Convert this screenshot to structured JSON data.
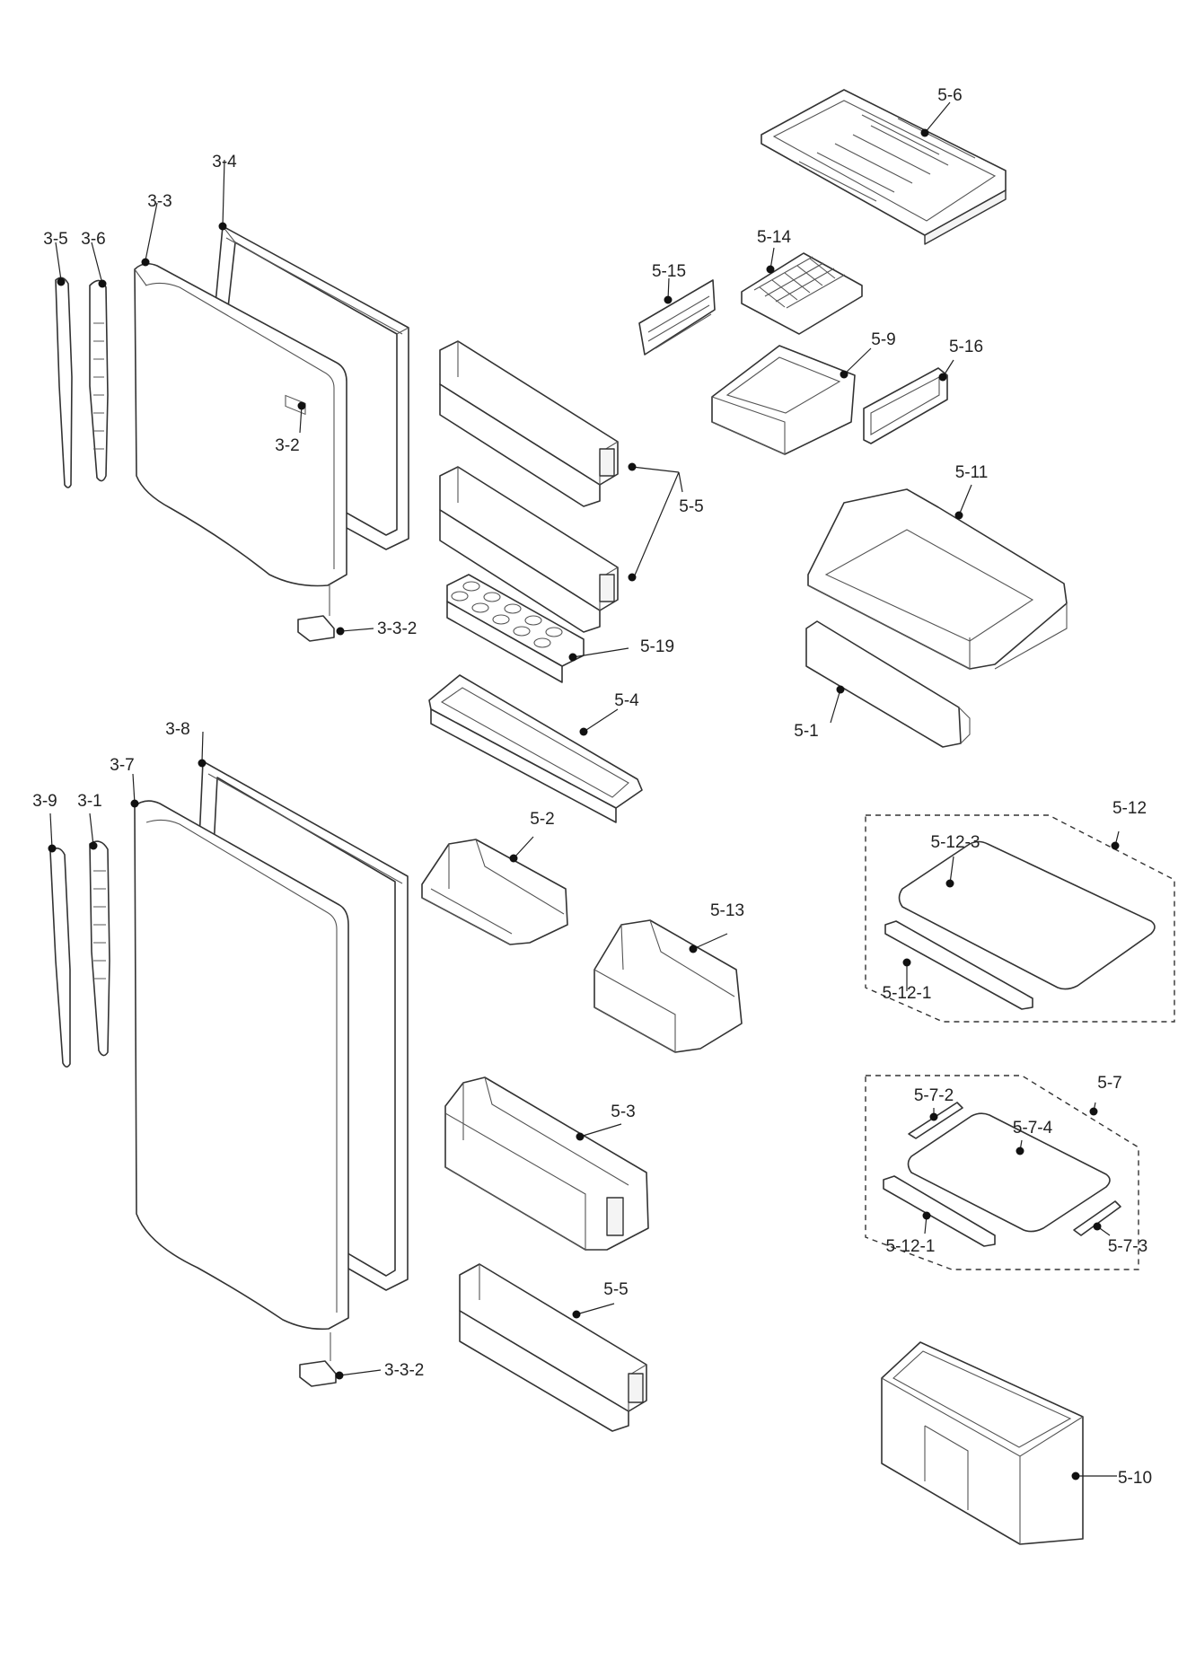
{
  "diagram": {
    "labels": {
      "l_3_4": "3-4",
      "l_3_3": "3-3",
      "l_3_5": "3-5",
      "l_3_6": "3-6",
      "l_3_2": "3-2",
      "l_3_3_2_top": "3-3-2",
      "l_3_8": "3-8",
      "l_3_7": "3-7",
      "l_3_9": "3-9",
      "l_3_1": "3-1",
      "l_3_3_2_bottom": "3-3-2",
      "l_5_6": "5-6",
      "l_5_14": "5-14",
      "l_5_15": "5-15",
      "l_5_9": "5-9",
      "l_5_16": "5-16",
      "l_5_5_top": "5-5",
      "l_5_11": "5-11",
      "l_5_19": "5-19",
      "l_5_4": "5-4",
      "l_5_1": "5-1",
      "l_5_12": "5-12",
      "l_5_12_3": "5-12-3",
      "l_5_2": "5-2",
      "l_5_13": "5-13",
      "l_5_12_1_a": "5-12-1",
      "l_5_7": "5-7",
      "l_5_7_2": "5-7-2",
      "l_5_7_4": "5-7-4",
      "l_5_3": "5-3",
      "l_5_12_1_b": "5-12-1",
      "l_5_7_3": "5-7-3",
      "l_5_5_bottom": "5-5",
      "l_5_10": "5-10"
    }
  }
}
